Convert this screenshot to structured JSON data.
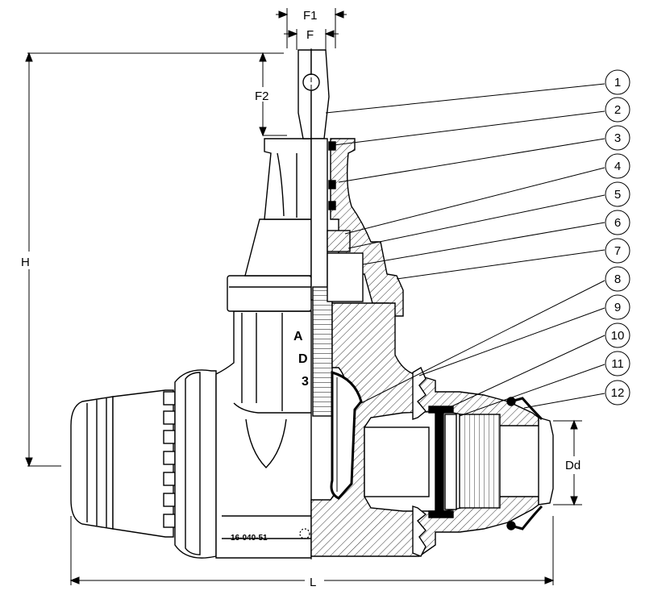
{
  "dimensions": {
    "f1": "F1",
    "f": "F",
    "f2": "F2",
    "h": "H",
    "l": "L",
    "dd": "Dd"
  },
  "body_marks": {
    "code": "16-040-51",
    "letters": [
      "A",
      "D",
      "3"
    ]
  },
  "callouts": [
    "1",
    "2",
    "3",
    "4",
    "5",
    "6",
    "7",
    "8",
    "9",
    "10",
    "11",
    "12"
  ]
}
